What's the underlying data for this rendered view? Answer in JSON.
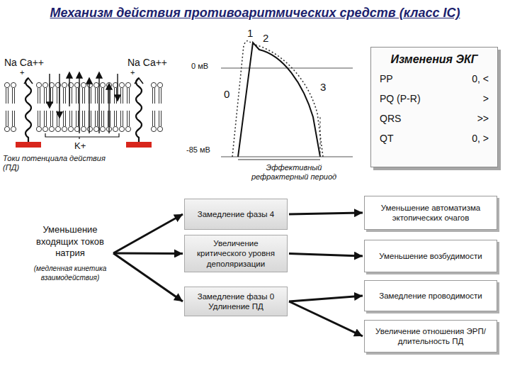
{
  "diagram": {
    "title": "Механизм действия противоаритмических средств (класс IC)",
    "nodes": [
      {
        "text": [
          "Изменения ЭКГ",
          "PP",
          "0, <",
          "PQ (P-R)",
          ">",
          "QRS",
          ">>",
          "QT",
          "0, >"
        ]
      },
      {
        "text": [
          "Уменьшение входящих токов натрия",
          "(медленная кинетика взаимодействия)"
        ]
      },
      {
        "text": [
          "Замедление фазы 4"
        ]
      },
      {
        "text": [
          "Увеличение критического уровня деполяризации"
        ]
      },
      {
        "text": [
          "Замедление фазы 0 Удлинение ПД"
        ]
      },
      {
        "text": [
          "Уменьшение автоматизма эктопических очагов"
        ]
      },
      {
        "text": [
          "Уменьшение возбудимости"
        ]
      },
      {
        "text": [
          "Замедление проводимости"
        ]
      },
      {
        "text": [
          "Увеличение отношения ЭРП/длительность ПД"
        ]
      }
    ],
    "edges": [
      {
        "from": 1,
        "to": 2,
        "arrow": "to"
      },
      {
        "from": 1,
        "to": 3,
        "arrow": "to"
      },
      {
        "from": 1,
        "to": 4,
        "arrow": "to"
      },
      {
        "from": 2,
        "to": 5,
        "arrow": "to"
      },
      {
        "from": 3,
        "to": 6,
        "arrow": "to"
      },
      {
        "from": 4,
        "to": 7,
        "arrow": "to"
      },
      {
        "from": 4,
        "to": 8,
        "arrow": "to"
      }
    ],
    "labels": [
      "Na Ca++",
      "+",
      "Na Ca++",
      "+",
      "K+",
      "Токи потенциала действия (ПД)",
      "1",
      "2",
      "0 мВ",
      "0",
      "3",
      "-85 мВ",
      "Эффективный рефрактерный период"
    ]
  }
}
